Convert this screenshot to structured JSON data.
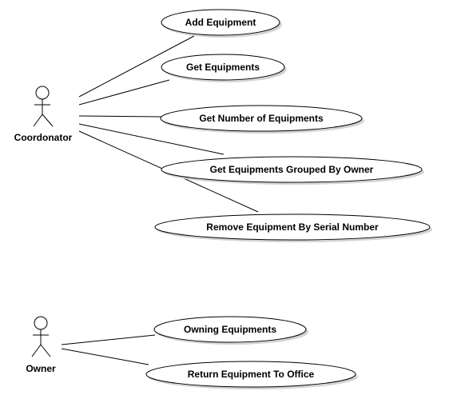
{
  "actors": [
    {
      "id": "coordinator",
      "label": "Coordonator"
    },
    {
      "id": "owner",
      "label": "Owner"
    }
  ],
  "use_cases": [
    {
      "id": "add-equipment",
      "label": "Add Equipment"
    },
    {
      "id": "get-equipments",
      "label": "Get Equipments"
    },
    {
      "id": "get-number-of-equipments",
      "label": "Get Number of Equipments"
    },
    {
      "id": "get-equipments-grouped-by-owner",
      "label": "Get Equipments Grouped By Owner"
    },
    {
      "id": "remove-equipment-by-serial-number",
      "label": "Remove Equipment By Serial Number"
    },
    {
      "id": "owning-equipments",
      "label": "Owning Equipments"
    },
    {
      "id": "return-equipment-to-office",
      "label": "Return Equipment To Office"
    }
  ],
  "associations": [
    {
      "actor": "coordinator",
      "use_case": "add-equipment"
    },
    {
      "actor": "coordinator",
      "use_case": "get-equipments"
    },
    {
      "actor": "coordinator",
      "use_case": "get-number-of-equipments"
    },
    {
      "actor": "coordinator",
      "use_case": "get-equipments-grouped-by-owner"
    },
    {
      "actor": "coordinator",
      "use_case": "remove-equipment-by-serial-number"
    },
    {
      "actor": "owner",
      "use_case": "owning-equipments"
    },
    {
      "actor": "owner",
      "use_case": "return-equipment-to-office"
    }
  ]
}
